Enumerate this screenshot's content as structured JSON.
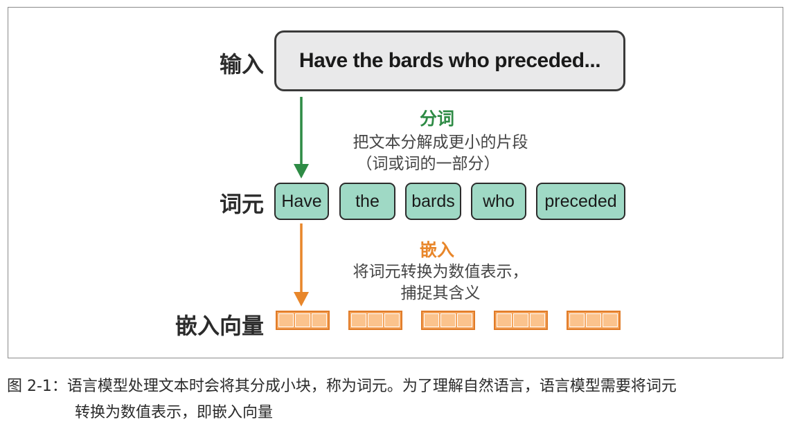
{
  "labels": {
    "input": "输入",
    "tokens": "词元",
    "embeddings": "嵌入向量"
  },
  "input_text": "Have the bards who preceded...",
  "tokens": [
    "Have",
    "the",
    "bards",
    "who",
    "preceded"
  ],
  "tokenization": {
    "title": "分词",
    "desc_line1": "把文本分解成更小的片段",
    "desc_line2": "（词或词的一部分）"
  },
  "embedding": {
    "title": "嵌入",
    "desc_line1": "将词元转换为数值表示，",
    "desc_line2": "捕捉其含义"
  },
  "caption": {
    "line1": "图 2-1：语言模型处理文本时会将其分成小块，称为词元。为了理解自然语言，语言模型需要将词元",
    "line2": "转换为数值表示，即嵌入向量"
  },
  "colors": {
    "token_fill": "#9fd9c5",
    "tokenize_arrow": "#2e8b45",
    "embed_arrow": "#e8862a",
    "vector_fill": "#f5a45c"
  }
}
